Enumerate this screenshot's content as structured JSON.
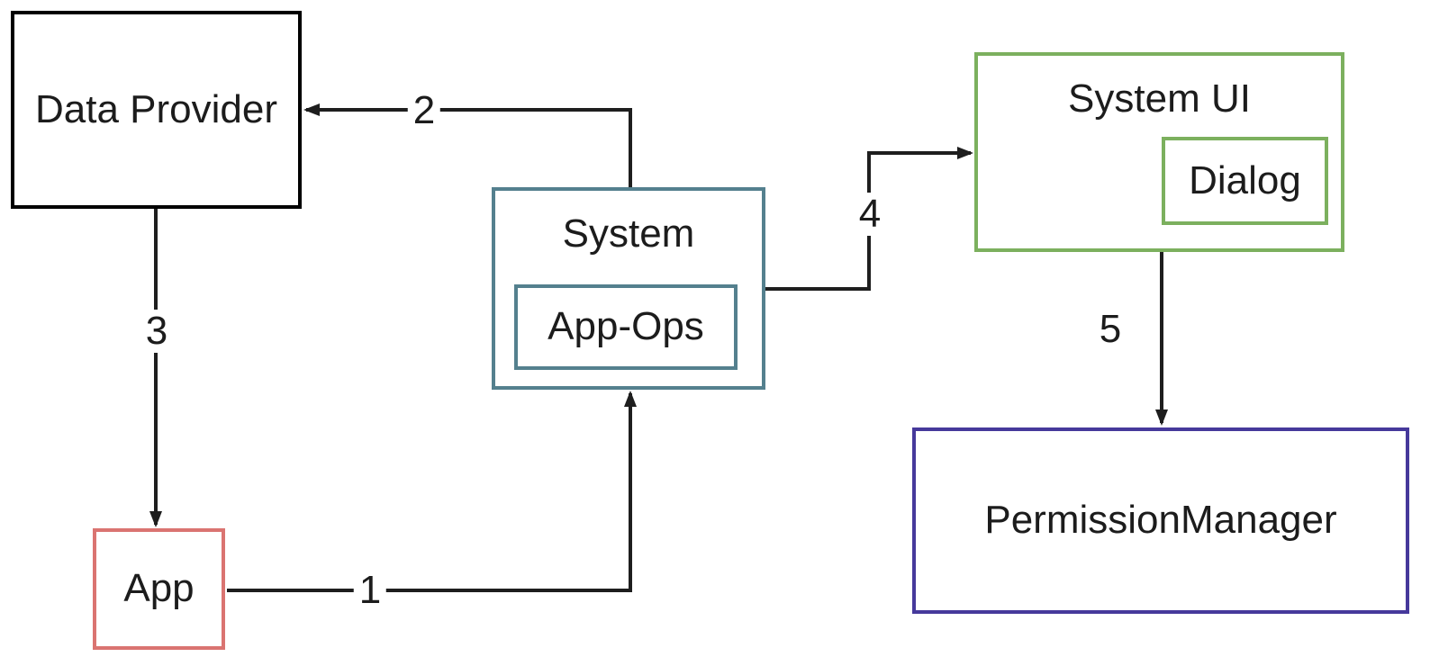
{
  "diagram": {
    "title": "Android permission flow diagram",
    "colors": {
      "background": "#ffffff",
      "line": "#1e1e1e",
      "text": "#1c1c1c",
      "data_provider_border": "#000000",
      "app_border": "#da7471",
      "system_border": "#54808e",
      "system_ui_border": "#7cb05e",
      "permission_manager_border": "#46399b"
    },
    "nodes": {
      "data_provider": {
        "label": "Data Provider"
      },
      "app": {
        "label": "App"
      },
      "system": {
        "label": "System"
      },
      "app_ops": {
        "label": "App-Ops"
      },
      "system_ui": {
        "label": "System UI"
      },
      "dialog": {
        "label": "Dialog"
      },
      "permission_manager": {
        "label": "PermissionManager"
      }
    },
    "arrows": {
      "a1": {
        "label": "1",
        "from": "App",
        "to": "System"
      },
      "a2": {
        "label": "2",
        "from": "System",
        "to": "Data Provider"
      },
      "a3": {
        "label": "3",
        "from": "Data Provider",
        "to": "App"
      },
      "a4": {
        "label": "4",
        "from": "System",
        "to": "System UI"
      },
      "a5": {
        "label": "5",
        "from": "System UI",
        "to": "PermissionManager"
      }
    }
  }
}
